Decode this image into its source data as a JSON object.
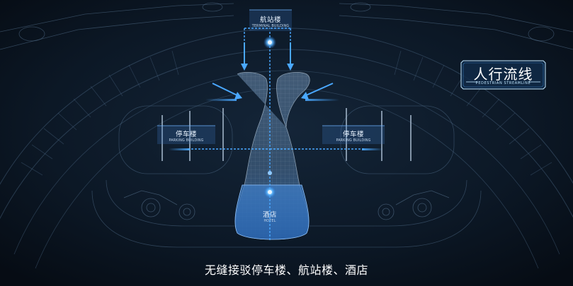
{
  "terminal": {
    "zh": "航站楼",
    "en": "TERMINAL BUILDING"
  },
  "parking_left": {
    "zh": "停车楼",
    "en": "PARKING BUILDING"
  },
  "parking_right": {
    "zh": "停车楼",
    "en": "PARKING BUILDING"
  },
  "hotel": {
    "zh": "酒店",
    "en": "HOTEL"
  },
  "badge": {
    "zh": "人行流线",
    "en": "PEDESTRIAN STREAMLINE"
  },
  "caption": "无缝接驳停车楼、航站楼、酒店",
  "colors": {
    "background": "#0a1420",
    "line": "#4aa8ff",
    "structure": "#8fb3d6"
  }
}
